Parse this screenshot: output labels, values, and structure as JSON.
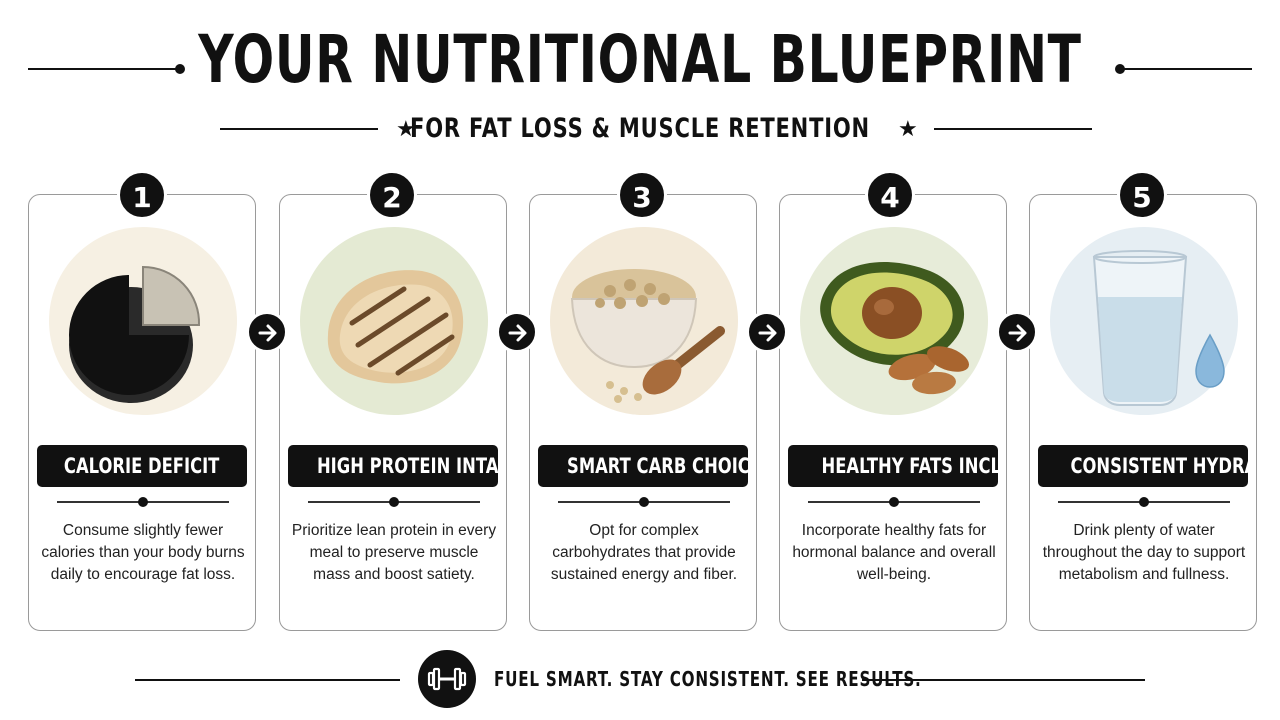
{
  "header": {
    "title": "YOUR NUTRITIONAL BLUEPRINT",
    "subtitle": "FOR FAT LOSS & MUSCLE RETENTION",
    "star": "★"
  },
  "steps": [
    {
      "number": "1",
      "title": "CALORIE DEFICIT",
      "description": "Consume slightly fewer calories than your body burns daily to encourage fat loss.",
      "icon": "pie-chart-icon",
      "bg": "#f6f0e3"
    },
    {
      "number": "2",
      "title": "HIGH PROTEIN INTAKE",
      "description": "Prioritize lean protein in every meal to preserve muscle mass and boost satiety.",
      "icon": "grilled-chicken-icon",
      "bg": "#e4ead3"
    },
    {
      "number": "3",
      "title": "SMART CARB CHOICES",
      "description": "Opt for complex carbohydrates that provide sustained energy and fiber.",
      "icon": "oats-bowl-icon",
      "bg": "#f3ead9"
    },
    {
      "number": "4",
      "title": "HEALTHY FATS INCLUSION",
      "description": "Incorporate healthy fats for hormonal balance and overall well-being.",
      "icon": "avocado-almonds-icon",
      "bg": "#e7ecd9"
    },
    {
      "number": "5",
      "title": "CONSISTENT HYDRATION",
      "description": "Drink plenty of water throughout the day to support metabolism and fullness.",
      "icon": "water-glass-icon",
      "bg": "#e6eef3"
    }
  ],
  "footer": {
    "text": "FUEL SMART. STAY CONSISTENT. SEE RESULTS.",
    "icon": "dumbbell-icon"
  }
}
